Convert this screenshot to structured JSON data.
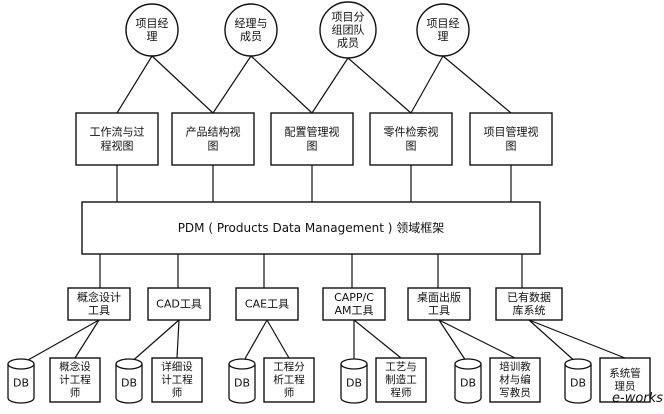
{
  "diagram": {
    "roles": [
      {
        "lines": [
          "项目经",
          "理"
        ]
      },
      {
        "lines": [
          "经理与",
          "成员"
        ]
      },
      {
        "lines": [
          "项目分",
          "组团队",
          "成员"
        ]
      },
      {
        "lines": [
          "项目经",
          "理"
        ]
      }
    ],
    "views": [
      {
        "lines": [
          "工作流与过",
          "程视图"
        ]
      },
      {
        "lines": [
          "产品结构视",
          "图"
        ]
      },
      {
        "lines": [
          "配置管理视",
          "图"
        ]
      },
      {
        "lines": [
          "零件检索视",
          "图"
        ]
      },
      {
        "lines": [
          "项目管理视",
          "图"
        ]
      }
    ],
    "framework": {
      "label": "PDM ( Products Data Management ) 领域框架"
    },
    "tools": [
      {
        "lines": [
          "概念设计",
          "工具"
        ]
      },
      {
        "lines": [
          "CAD工具"
        ]
      },
      {
        "lines": [
          "CAE工具"
        ]
      },
      {
        "lines": [
          "CAPP/C",
          "AM工具"
        ]
      },
      {
        "lines": [
          "桌面出版",
          "工具"
        ]
      },
      {
        "lines": [
          "已有数据",
          "库系统"
        ]
      }
    ],
    "databases": [
      {
        "label": "DB"
      },
      {
        "label": "DB"
      },
      {
        "label": "DB"
      },
      {
        "label": "DB"
      },
      {
        "label": "DB"
      },
      {
        "label": "DB"
      }
    ],
    "users": [
      {
        "lines": [
          "概念设",
          "计工程",
          "师"
        ]
      },
      {
        "lines": [
          "详细设",
          "计工程",
          "师"
        ]
      },
      {
        "lines": [
          "工程分",
          "析工程",
          "师"
        ]
      },
      {
        "lines": [
          "工艺与",
          "制造工",
          "程师"
        ]
      },
      {
        "lines": [
          "培训教",
          "材与编",
          "写教员"
        ]
      },
      {
        "lines": [
          "系统管",
          "理员"
        ]
      }
    ],
    "watermark": "e-works"
  }
}
